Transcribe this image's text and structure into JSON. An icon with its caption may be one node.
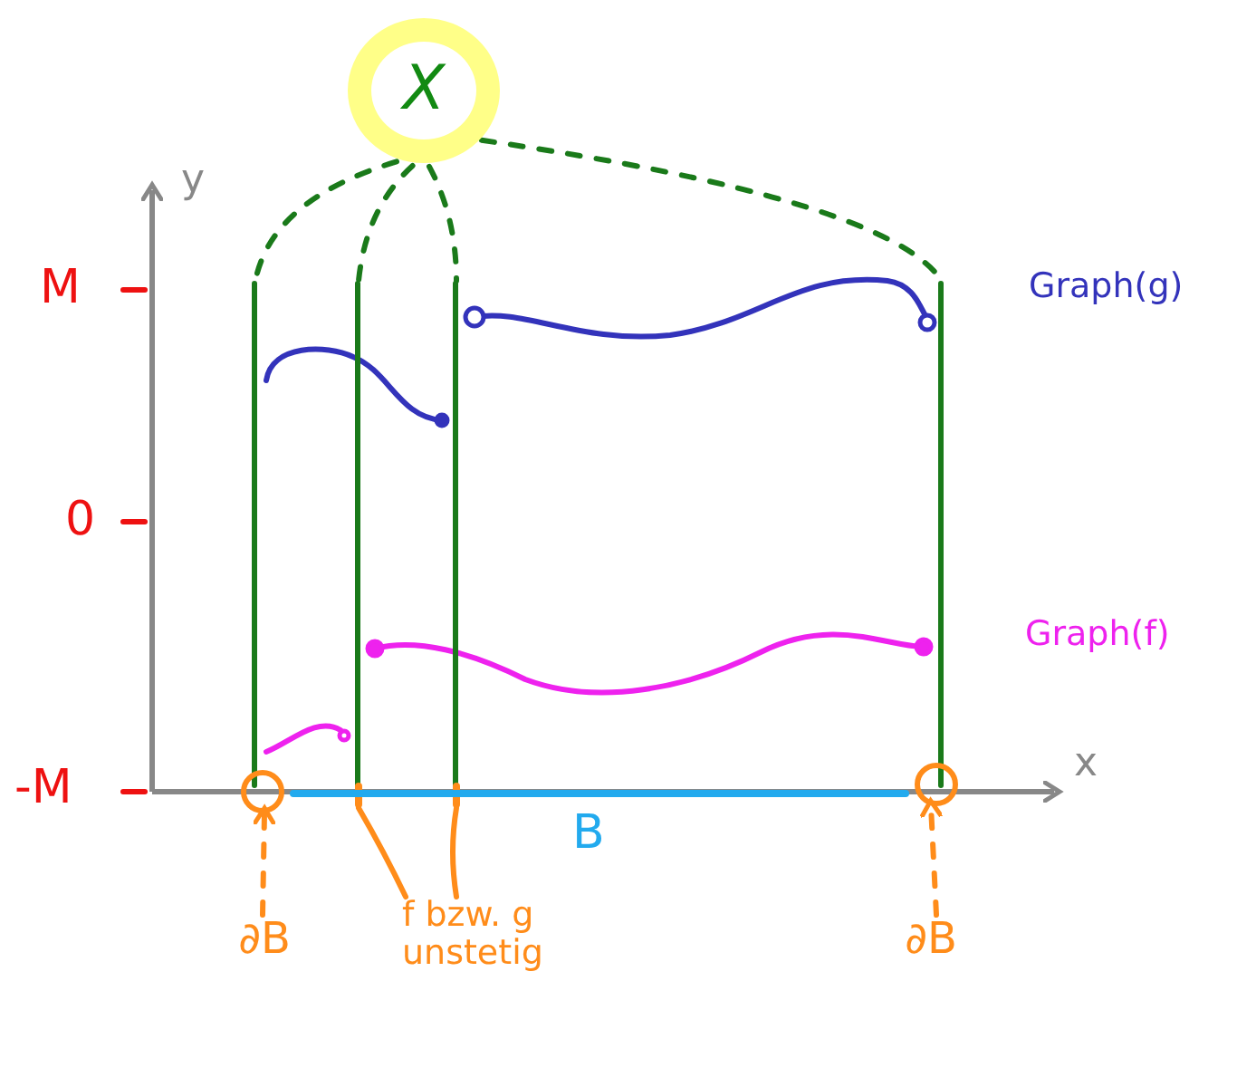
{
  "diagram": {
    "nodes": [
      {
        "text": [
          "X"
        ]
      },
      {
        "text": [],
        "shape": "bar"
      },
      {
        "text": [],
        "shape": "bar"
      },
      {
        "text": [],
        "shape": "bar"
      },
      {
        "text": [],
        "shape": "bar"
      },
      {
        "text": [
          "∂B"
        ]
      },
      {
        "text": [],
        "shape": "circle"
      },
      {
        "text": [
          "∂B"
        ]
      },
      {
        "text": [],
        "shape": "circle"
      },
      {
        "text": [
          "f bzw. g unstetig"
        ]
      },
      {
        "text": [],
        "shape": "bar"
      },
      {
        "text": [],
        "shape": "bar"
      },
      {
        "text": [],
        "shape": "bar",
        "beside": [
          "B"
        ]
      }
    ],
    "edges": [
      {
        "from": 0,
        "to": 1,
        "arrow": "none",
        "style": "dashed",
        "color": "#1a7a1a"
      },
      {
        "from": 0,
        "to": 2,
        "arrow": "none",
        "style": "dashed",
        "color": "#1a7a1a"
      },
      {
        "from": 0,
        "to": 3,
        "arrow": "none",
        "style": "dashed",
        "color": "#1a7a1a"
      },
      {
        "from": 0,
        "to": 4,
        "arrow": "none",
        "style": "dashed",
        "color": "#1a7a1a"
      },
      {
        "from": 5,
        "to": 6,
        "arrow": "to",
        "style": "dashed",
        "color": "#ff8c1a"
      },
      {
        "from": 7,
        "to": 8,
        "arrow": "to",
        "style": "dashed",
        "color": "#ff8c1a"
      },
      {
        "from": 9,
        "to": 10,
        "arrow": "none",
        "color": "#ff8c1a"
      },
      {
        "from": 9,
        "to": 11,
        "arrow": "none",
        "color": "#ff8c1a"
      }
    ],
    "labels": [
      "y",
      "M",
      "Graph(g)",
      "0",
      "Graph(f)",
      "-M",
      "x"
    ]
  }
}
